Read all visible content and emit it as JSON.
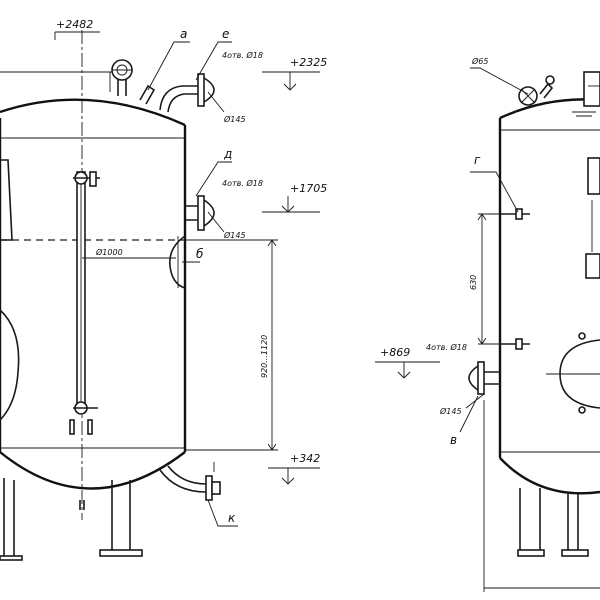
{
  "elevations": {
    "top_nozzle": "+2482",
    "nozzle_e": "+2325",
    "nozzle_d": "+1705",
    "bottom": "+342",
    "nozzle_v": "+869"
  },
  "nozzle_letters": {
    "a": "а",
    "e": "е",
    "d": "д",
    "b": "б",
    "k": "к",
    "g": "г",
    "v": "в"
  },
  "flange_notes": {
    "holes_e": "4отв. Ø18",
    "dia_e": "Ø145",
    "holes_d": "4отв. Ø18",
    "dia_d": "Ø145",
    "holes_v": "4отв. Ø18",
    "dia_v": "Ø145",
    "top_right": "Ø65"
  },
  "dimensions": {
    "inner_diameter": "Ø1000",
    "level_range": "920...1120",
    "glass_gauge": "630"
  }
}
